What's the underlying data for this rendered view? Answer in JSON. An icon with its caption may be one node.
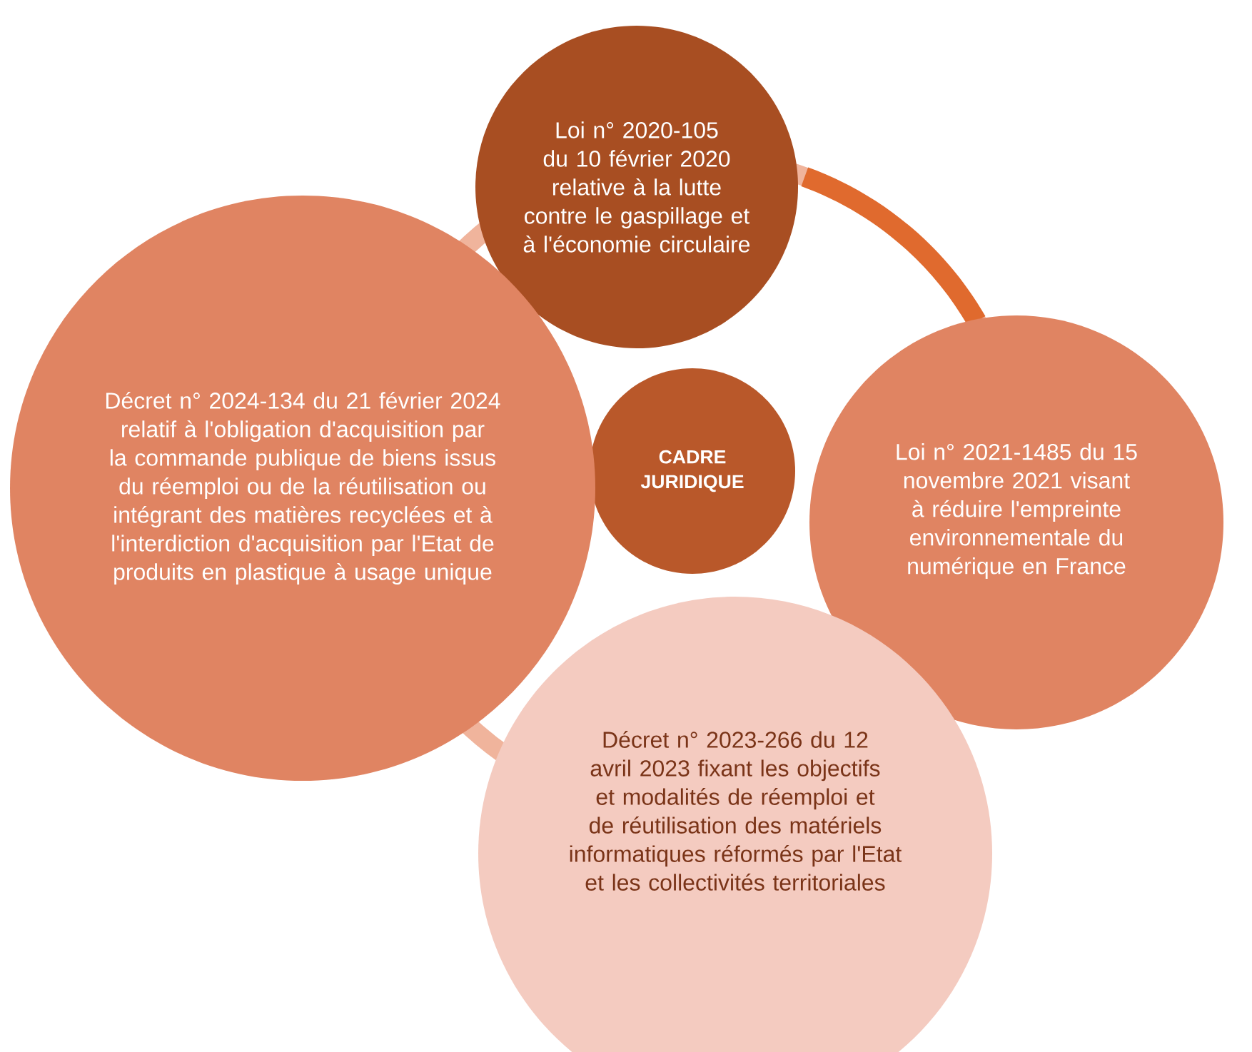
{
  "diagram": {
    "nodes": [
      {
        "text": [
          "CADRE JURIDIQUE"
        ]
      },
      {
        "text": [
          "Loi n° 2020-105 du 10 février 2020 relative à la lutte contre le gaspillage et à l'économie circulaire"
        ]
      },
      {
        "text": [
          "Loi n° 2021-1485 du 15 novembre 2021 visant à réduire l'empreinte environnementale du numérique en France"
        ]
      },
      {
        "text": [
          "Décret n° 2023-266 du 12 avril 2023 fixant les objectifs et modalités de réemploi et de réutilisation des matériels informatiques réformés par l'Etat et les collectivités territoriales"
        ]
      },
      {
        "text": [
          "Décret n° 2024-134 du 21 février 2024 relatif à l'obligation d'acquisition par la commande publique de biens issus du réemploi ou de la réutilisation ou intégrant des matières recyclées et à l'interdiction d'acquisition par l'Etat de produits en plastique à usage unique"
        ]
      }
    ]
  }
}
